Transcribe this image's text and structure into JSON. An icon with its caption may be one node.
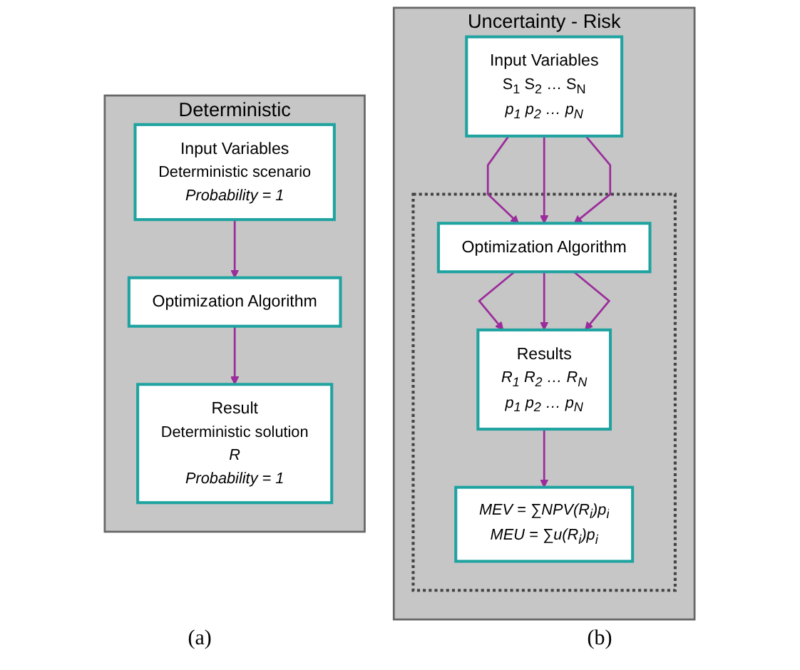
{
  "diagram": {
    "nodes": [
      {
        "text": [
          "Deterministic"
        ]
      },
      {
        "text": [
          "Input Variables",
          "Deterministic scenario",
          "Probability = 1"
        ],
        "in": 0
      },
      {
        "text": [
          "Optimization Algorithm"
        ],
        "in": 0
      },
      {
        "text": [
          "Result",
          "Deterministic solution",
          "R",
          "Probability = 1"
        ],
        "in": 0
      },
      {
        "text": [
          "Uncertainty - Risk"
        ]
      },
      {
        "text": [
          "Input Variables",
          "S$_{1}$ S$_{2}$ … S$_{N}$",
          "p$_{1}$ p$_{2}$ … p$_{N}$"
        ],
        "in": 4
      },
      {
        "text": [],
        "shape": "box",
        "in": 4
      },
      {
        "text": [
          "Optimization Algorithm"
        ],
        "in": 6
      },
      {
        "text": [
          "Results",
          "R$_{1}$ R$_{2}$ … R$_{N}$",
          "p$_{1}$ p$_{2}$ … p$_{N}$"
        ],
        "in": 6
      },
      {
        "text": [
          "MEV = ∑NPV(R$_{i}$)p$_{i}$",
          "MEU = ∑u(R$_{i}$)p$_{i}$"
        ],
        "in": 6
      }
    ],
    "edges": [
      {
        "from": 1,
        "to": 2,
        "arrow": "to"
      },
      {
        "from": 2,
        "to": 3,
        "arrow": "to"
      },
      {
        "from": 5,
        "to": 7,
        "arrow": "to"
      },
      {
        "from": 5,
        "to": 7,
        "arrow": "to"
      },
      {
        "from": 5,
        "to": 7,
        "arrow": "to"
      },
      {
        "from": 7,
        "to": 8,
        "arrow": "to"
      },
      {
        "from": 7,
        "to": 8,
        "arrow": "to"
      },
      {
        "from": 7,
        "to": 8,
        "arrow": "to"
      },
      {
        "from": 8,
        "to": 9,
        "arrow": "to"
      }
    ],
    "labels": [
      "(a)",
      "(b)"
    ]
  }
}
